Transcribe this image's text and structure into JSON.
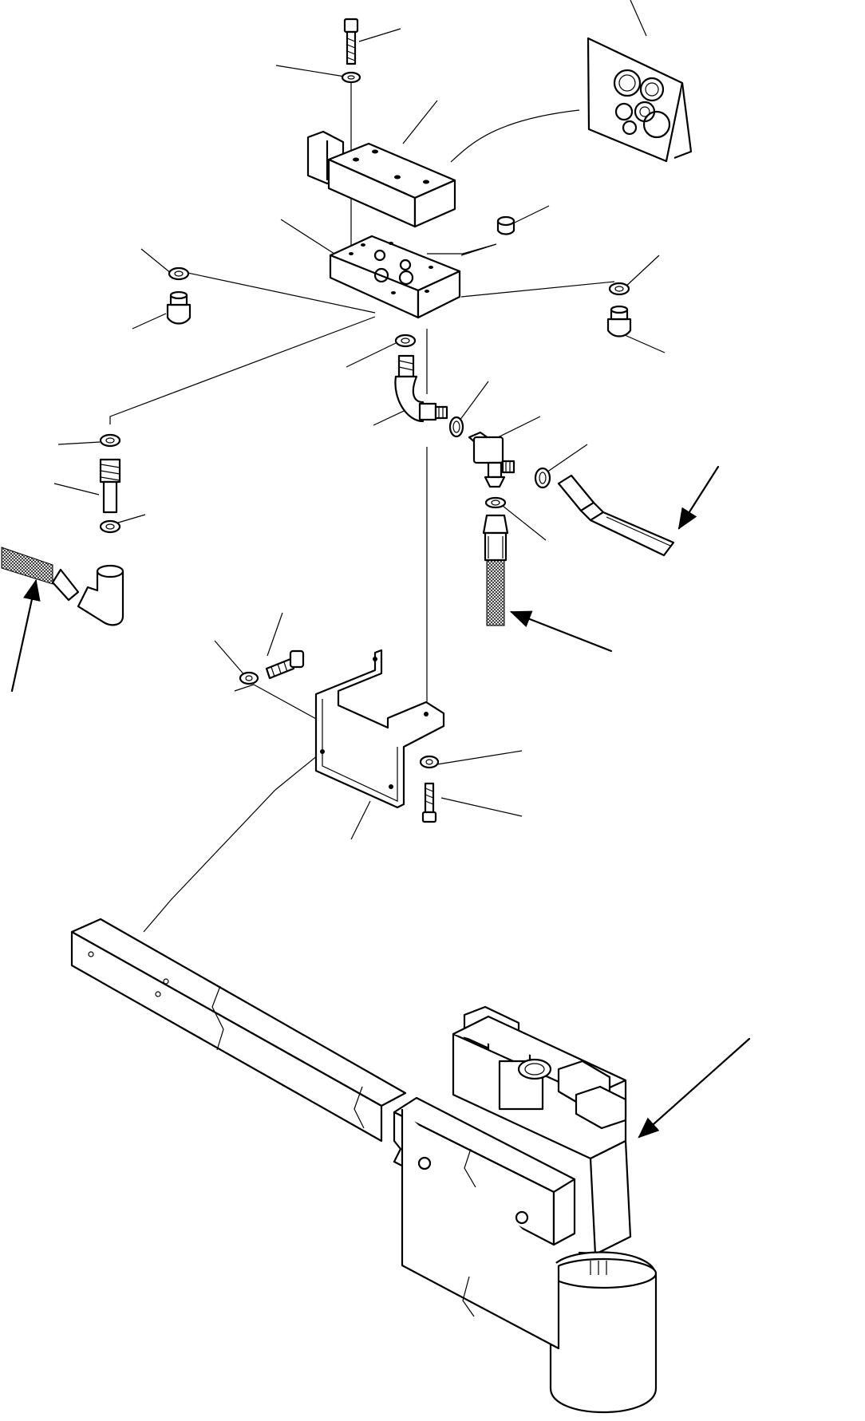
{
  "diagram": {
    "type": "exploded-parts-view",
    "labels": [],
    "seal_kit_contents": [
      "o-ring",
      "o-ring",
      "o-ring",
      "o-ring",
      "o-ring",
      "o-ring"
    ],
    "callout_count": 25,
    "flow_arrow_count": 4,
    "colors": {
      "ink": "#000000",
      "paper": "#ffffff"
    }
  }
}
